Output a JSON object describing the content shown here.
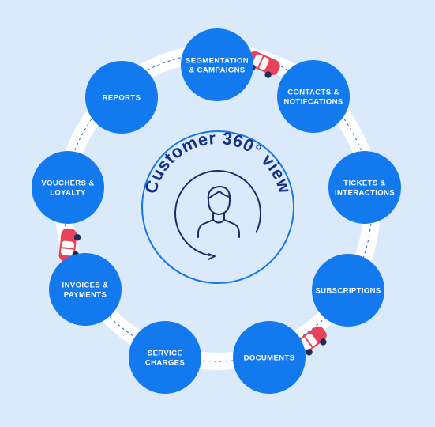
{
  "center": {
    "title": "Customer 360° view",
    "icon": "person-icon"
  },
  "nodes": [
    {
      "id": "segmentation",
      "lines": [
        "SEGMENTATION",
        "& CAMPAIGNS"
      ]
    },
    {
      "id": "contacts",
      "lines": [
        "CONTACTS &",
        "NOTIFCATIONS"
      ]
    },
    {
      "id": "tickets",
      "lines": [
        "TICKETS &",
        "INTERACTIONS"
      ]
    },
    {
      "id": "subscriptions",
      "lines": [
        "SUBSCRIPTIONS"
      ]
    },
    {
      "id": "documents",
      "lines": [
        "DOCUMENTS"
      ]
    },
    {
      "id": "service-charges",
      "lines": [
        "SERVICE",
        "CHARGES"
      ]
    },
    {
      "id": "invoices",
      "lines": [
        "INVOICES &",
        "PAYMENTS"
      ]
    },
    {
      "id": "vouchers",
      "lines": [
        "VOUCHERS &",
        "LOYALTY"
      ]
    },
    {
      "id": "reports",
      "lines": [
        "REPORTS"
      ]
    }
  ],
  "colors": {
    "background": "#dbeafb",
    "node": "#1279ee",
    "track": "#ffffff",
    "center_stroke": "#1a77e6",
    "center_text": "#15318a",
    "car": "#e8435a"
  }
}
